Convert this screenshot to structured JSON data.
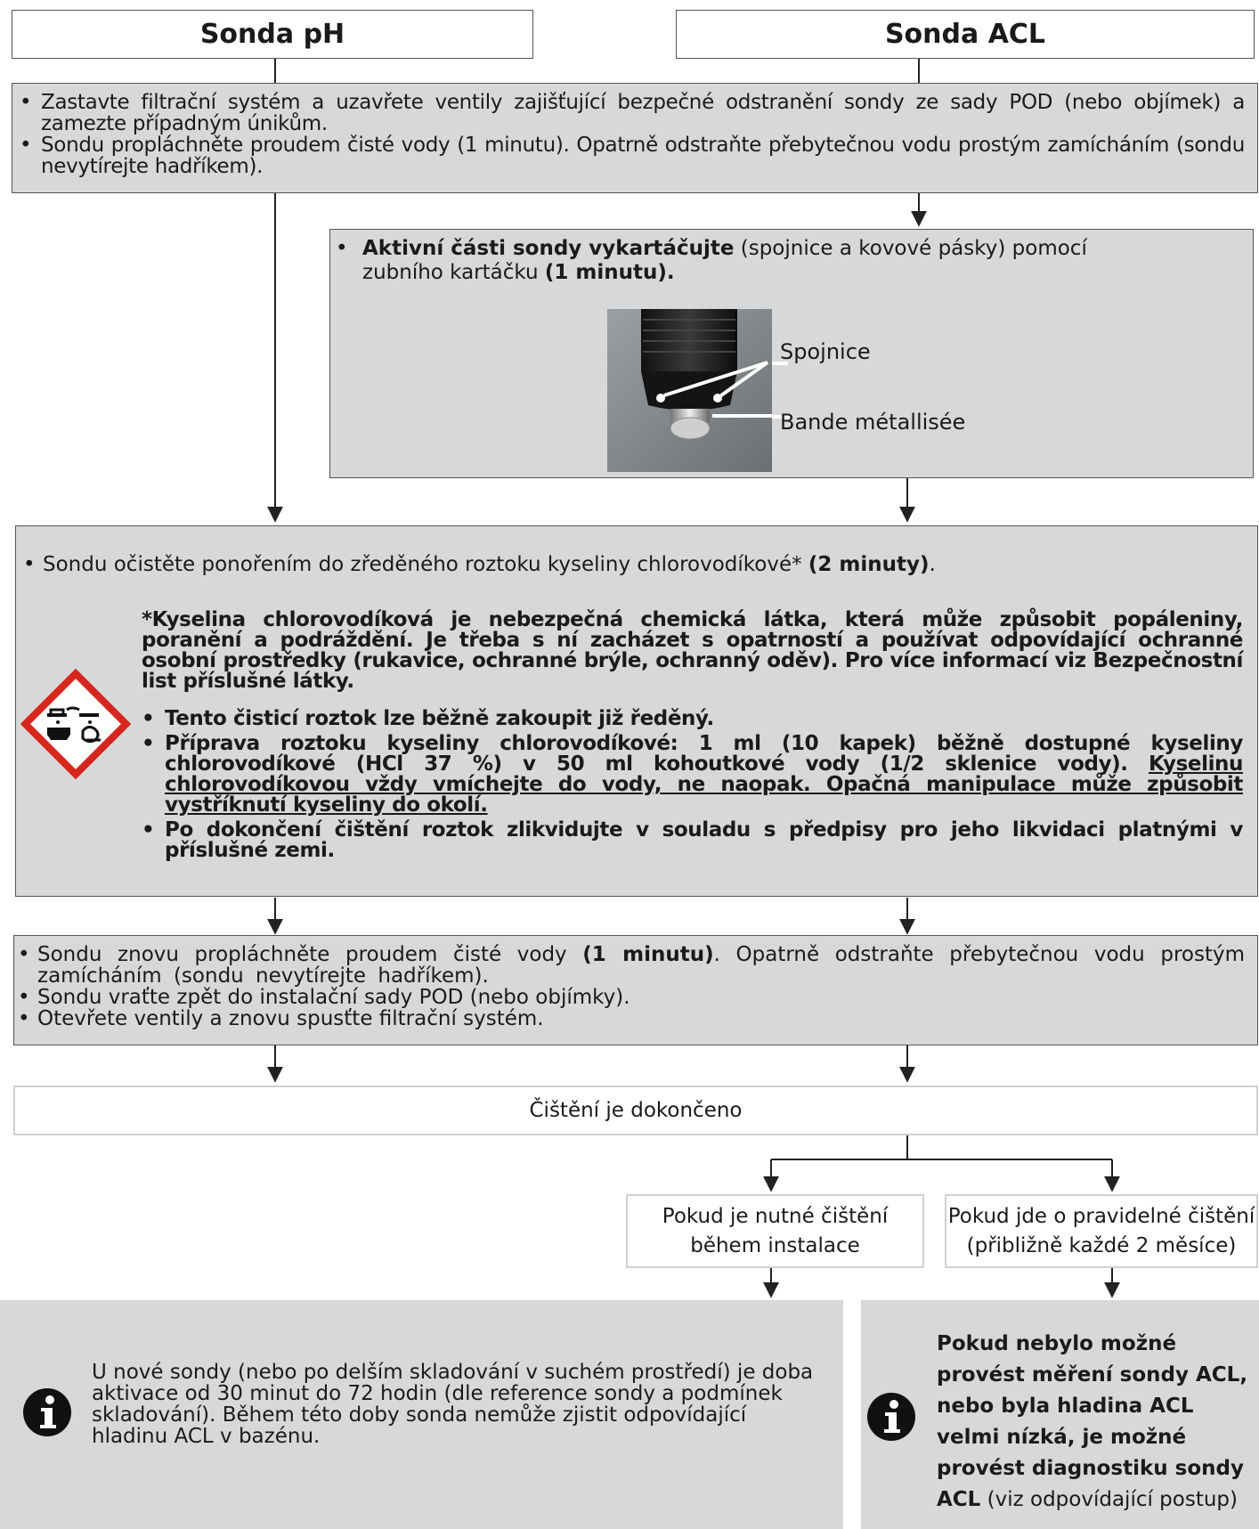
{
  "headers": {
    "ph": "Sonda pH",
    "acl": "Sonda ACL"
  },
  "step1": {
    "items": [
      "Zastavte filtrační systém a uzavřete ventily zajišťující bezpečné odstranění sondy ze sady POD (nebo objímek) a zamezte případným únikům.",
      "Sondu propláchněte proudem čisté vody (1 minutu). Opatrně odstraňte přebytečnou vodu prostým zamícháním (sondu nevytírejte hadříkem)."
    ]
  },
  "acl_brush": {
    "bold_start": "Aktivní části sondy vykartáčujte",
    "mid": " (spojnice a kovové pásky) pomocí zubního kartáčku ",
    "bold_end": "(1 minutu).",
    "label_spojnice": "Spojnice",
    "label_bande": "Bande métallisée"
  },
  "acid": {
    "intro": "Sondu očistěte ponořením do zředěného roztoku kyseliny chlorovodíkové* ",
    "intro_bold": "(2 minuty)",
    "intro_end": ".",
    "warning": "*Kyselina chlorovodíková je nebezpečná chemická látka, která může způsobit popáleniny, poranění a podráždění. Je třeba s ní zacházet s opatrností a používat odpovídající ochranné osobní prostředky (rukavice, ochranné brýle, ochranný oděv). Pro více informací viz Bezpečnostní list příslušné látky.",
    "b1": "Tento čisticí roztok lze běžně zakoupit již ředěný.",
    "b2": "Příprava roztoku kyseliny chlorovodíkové: 1 ml (10 kapek) běžně dostupné kyseliny chlorovodíkové (HCl 37 %) v 50 ml kohoutkové vody (1/2 sklenice vody). ",
    "b2_underlined": "Kyselinu chlorovodíkovou vždy vmíchejte do vody, ne naopak. Opačná manipulace může způsobit vystříknutí kyseliny do okolí.",
    "b3": "Po dokončení čištění roztok zlikvidujte v souladu s předpisy pro jeho likvidaci platnými v příslušné zemi."
  },
  "rinse": {
    "i1_start": "Sondu znovu propláchněte proudem čisté vody ",
    "i1_bold": "(1 minutu)",
    "i1_end": ". Opatrně odstraňte přebytečnou vodu prostým zamícháním (sondu nevytírejte hadříkem).",
    "i2": "Sondu vraťte zpět do instalační sady POD (nebo objímky).",
    "i3": "Otevřete ventily a znovu spusťte filtrační systém."
  },
  "done": "Čištění je dokončeno",
  "branch_left": {
    "line1": "Pokud je nutné čištění",
    "line2": "během instalace"
  },
  "branch_right": {
    "line1": "Pokud jde o pravidelné čištění",
    "line2": "(přibližně každé 2 měsíce)"
  },
  "info_left": "U nové sondy (nebo po delším skladování v suchém prostředí) je doba aktivace od 30 minut do 72 hodin (dle reference sondy a podmínek skladování). Během této doby sonda nemůže zjistit odpovídající hladinu ACL v bazénu.",
  "info_right": {
    "bold": "Pokud nebylo možné provést měření sondy ACL, nebo byla hladina ACL velmi nízká, je možné provést diagnostiku sondy ACL",
    "normal": " (viz odpovídající postup)"
  },
  "colors": {
    "box_gray": "#d7d8d9",
    "hazard_red": "#d7261e",
    "line": "#222222"
  },
  "icons": [
    "arrow-down-icon",
    "corrosive-hazard-icon",
    "info-icon",
    "probe-photo"
  ]
}
